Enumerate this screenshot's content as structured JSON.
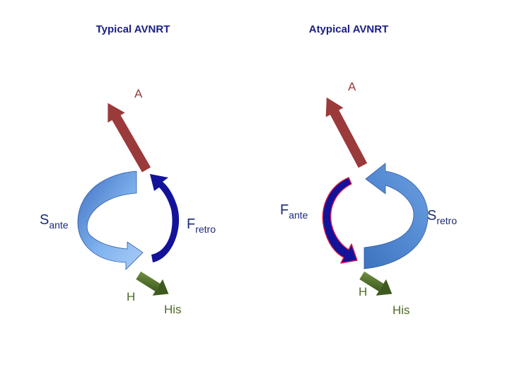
{
  "typical": {
    "title": "Typical AVNRT",
    "atrium": "A",
    "slow_letter": "S",
    "slow_sub": "ante",
    "fast_letter": "F",
    "fast_sub": "retro",
    "his_bundle": "H",
    "his": "His"
  },
  "atypical": {
    "title": "Atypical AVNRT",
    "atrium": "A",
    "fast_letter": "F",
    "fast_sub": "ante",
    "slow_letter": "S",
    "slow_sub": "retro",
    "his_bundle": "H",
    "his": "His"
  },
  "colors": {
    "atrial_arrow": "#9b3a3a",
    "slow_pathway": "#5b90d8",
    "fast_pathway": "#12129a",
    "fast_outline_atypical": "#e0204a",
    "his_arrow": "#4f6a2b",
    "title": "#1b1f86"
  }
}
